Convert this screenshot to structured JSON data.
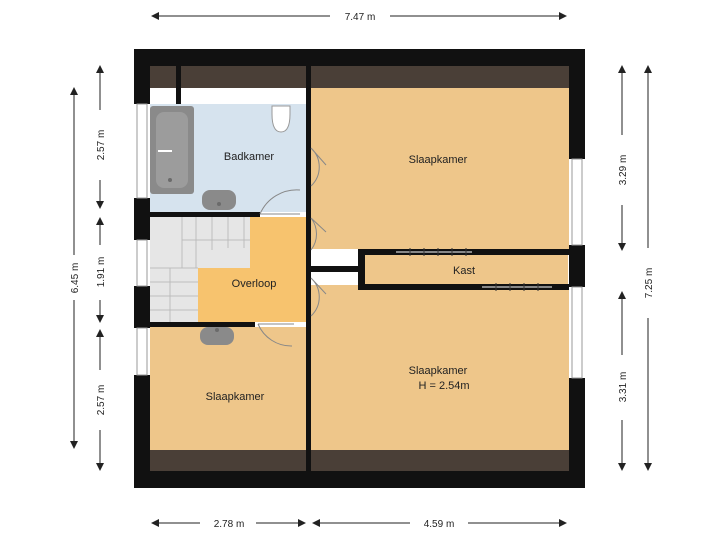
{
  "floorplan": {
    "dimensions": {
      "top_total": "7.47 m",
      "bottom_left": "2.78 m",
      "bottom_right": "4.59 m",
      "left_total": "6.45 m",
      "left_top": "2.57 m",
      "left_middle": "1.91 m",
      "left_bottom": "2.57 m",
      "right_total": "7.25 m",
      "right_top": "3.29 m",
      "right_bottom": "3.31 m"
    },
    "rooms": {
      "badkamer": "Badkamer",
      "slaapkamer_top": "Slaapkamer",
      "overloop": "Overloop",
      "kast": "Kast",
      "slaapkamer_right": "Slaapkamer",
      "slaapkamer_right_height": "H = 2.54m",
      "slaapkamer_left": "Slaapkamer"
    },
    "colors": {
      "wall": "#111111",
      "bedroom_floor": "#eec68a",
      "overloop_floor": "#f7c36e",
      "bathroom_floor": "#d6e3ee",
      "sloped_ceiling": "#4a3f37",
      "window": "#dfe7ea"
    }
  }
}
